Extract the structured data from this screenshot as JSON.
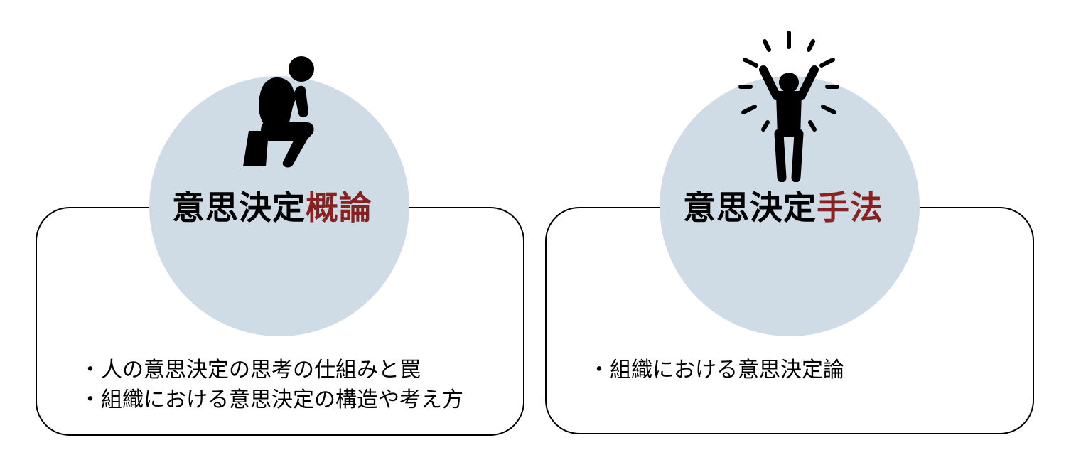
{
  "colors": {
    "circle_fill": "#cfdce6",
    "accent": "#8b2020",
    "border": "#000000"
  },
  "left_panel": {
    "icon": "thinking-person-icon",
    "heading_main": "意思決定",
    "heading_accent": "概論",
    "bullets": [
      "・人の意思決定の思考の仕組みと罠",
      "・組織における意思決定の構造や考え方"
    ]
  },
  "right_panel": {
    "icon": "cheering-person-icon",
    "heading_main": "意思決定",
    "heading_accent": "手法",
    "bullets": [
      "・組織における意思決定論"
    ]
  }
}
